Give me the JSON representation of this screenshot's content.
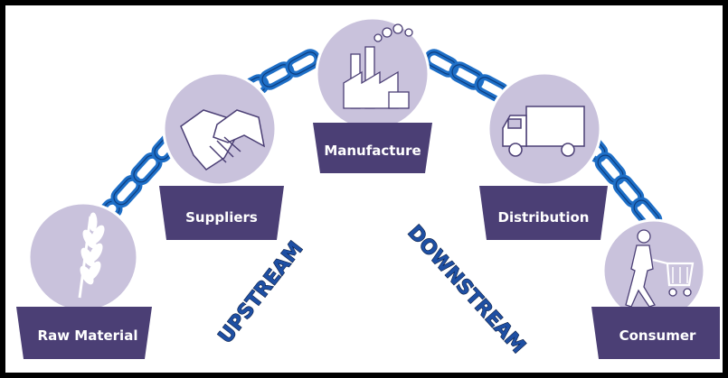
{
  "stages": [
    {
      "label": "Raw Material",
      "icon": "wheat-icon"
    },
    {
      "label": "Suppliers",
      "icon": "handshake-icon"
    },
    {
      "label": "Manufacture",
      "icon": "factory-icon"
    },
    {
      "label": "Distribution",
      "icon": "truck-icon"
    },
    {
      "label": "Consumer",
      "icon": "shopping-cart-icon"
    }
  ],
  "flow": {
    "upstream": "UPSTREAM",
    "downstream": "DOWNSTREAM"
  },
  "colors": {
    "circle": "#c9c2dc",
    "plaque": "#4b3f75",
    "chain": "#1e6fc7",
    "flow_text": "#1e4fa3"
  }
}
